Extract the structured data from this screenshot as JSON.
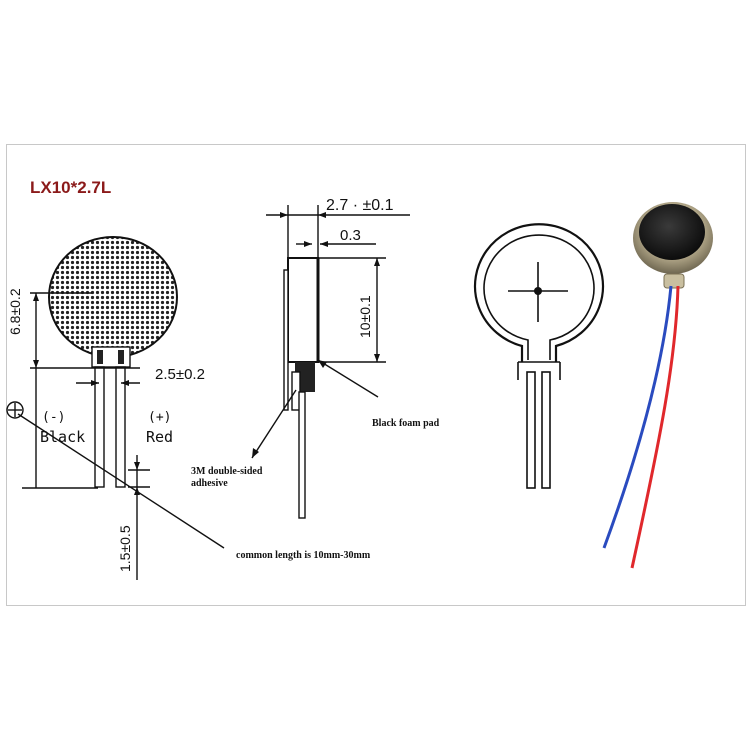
{
  "title": "LX10*2.7L",
  "dimensions": {
    "thickness": "2.7 · ±0.1",
    "foam": "0.3",
    "diameter": "10±0.1",
    "body_height": "6.8±0.2",
    "lead_spacing": "2.5±0.2",
    "lead_exposed": "1.5±0.5"
  },
  "leads": {
    "negative_sign": "(-)",
    "negative_color": "Black",
    "positive_sign": "(+)",
    "positive_color": "Red"
  },
  "callouts": {
    "foam_pad": "Black foam pad",
    "adhesive_line1": "3M double-sided",
    "adhesive_line2": "adhesive",
    "common_length": "common length is 10mm-30mm"
  },
  "colors": {
    "title": "#8b1a1a",
    "line": "#111111",
    "wire_red": "#e0282c",
    "wire_blue": "#2a4bbf"
  }
}
